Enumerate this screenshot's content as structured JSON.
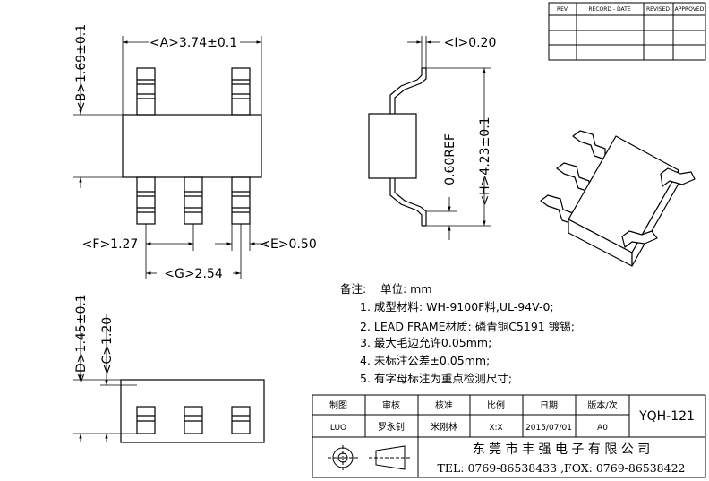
{
  "revision_block": {
    "headers": [
      "REV",
      "RECORD - DATE",
      "REVISED",
      "APPROVED"
    ]
  },
  "dimensions": {
    "a": "<A>3.74±0.1",
    "b": "<B>1.69±0.1",
    "e": "<E>0.50",
    "f": "<F>1.27",
    "g": "<G>2.54",
    "i": "<I>0.20",
    "h": "<H>4.23±0.1",
    "ref": "0.60REF",
    "d": "<D>1.45±0.1",
    "c": "<C>1.20"
  },
  "notes": {
    "label": "备注:",
    "unit": "单位: mm",
    "items": [
      "1. 成型材料: WH-9100F料,UL-94V-0;",
      "2. LEAD  FRAME材质: 磷青铜C5191 镀锡;",
      "3. 最大毛边允许0.05mm;",
      "4. 未标注公差±0.05mm;",
      "5. 有字母标注为重点检测尺寸;"
    ]
  },
  "title_block": {
    "headers": [
      "制图",
      "审核",
      "核准",
      "比例",
      "日期",
      "版本/次"
    ],
    "values": [
      "LUO",
      "罗永钊",
      "米刚林",
      "X:X",
      "2015/07/01",
      "A0"
    ],
    "drawing_no": "YQH-121",
    "company": "东 莞 市 丰 强 电 子 有 限 公 司",
    "contact": "TEL: 0769-86538433 ,FOX: 0769-86538422"
  },
  "colors": {
    "line": "#000000",
    "background": "#ffffff"
  }
}
